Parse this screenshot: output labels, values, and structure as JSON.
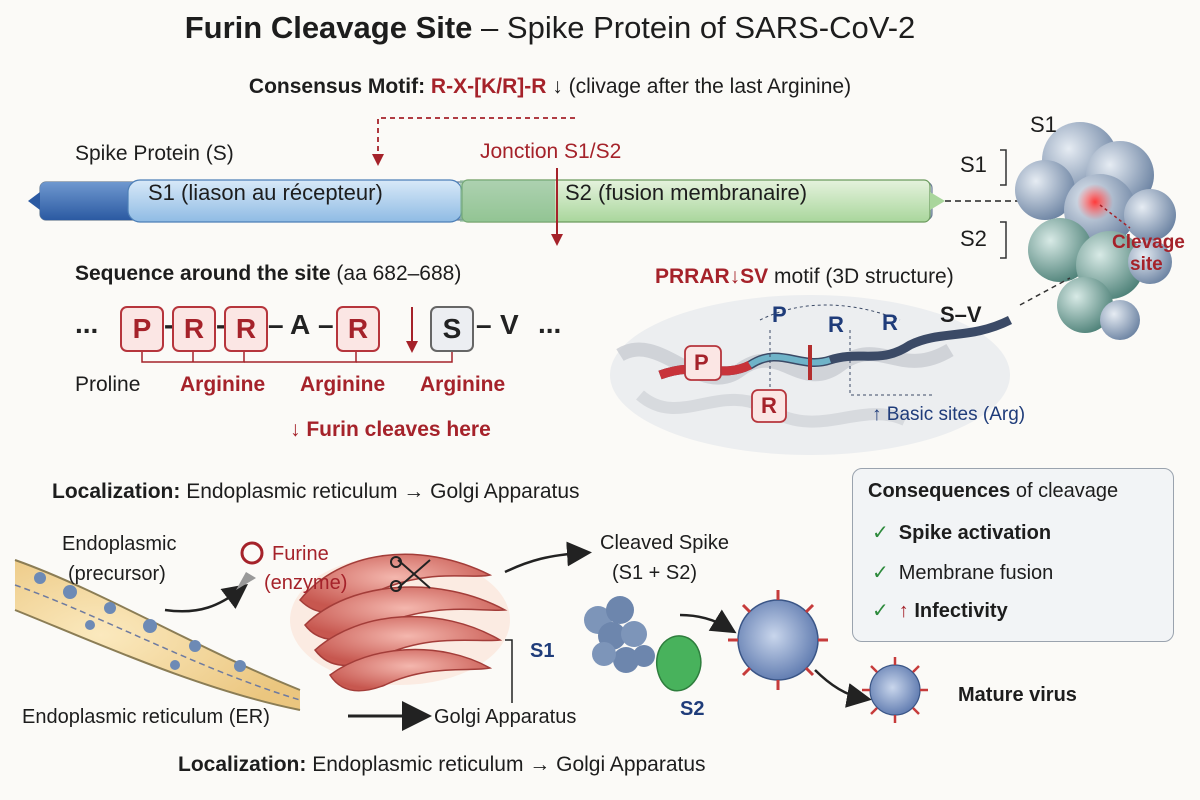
{
  "title": {
    "main": "Furin Cleavage Site",
    "sep": " – ",
    "sub": "Spike Protein of SARS-CoV-2"
  },
  "motif": {
    "label": "Consensus Motif:",
    "sequence": "R-X-[K/R]-R",
    "arrow": "↓",
    "note": "(clivage after the last Arginine)"
  },
  "spike": {
    "label": "Spike Protein (S)",
    "junction": "Jonction S1/S2",
    "s1": "S1 (liason au récepteur)",
    "s2": "S2 (fusion membranaire)"
  },
  "sequence_section": {
    "title_bold": "Sequence around the site",
    "title_range": "(aa 682–688)",
    "ellipsis_left": "...",
    "ellipsis_right": "...",
    "residues": [
      "P",
      "R",
      "R",
      "A",
      "R",
      "S",
      "V"
    ],
    "dashes": [
      "-",
      "-",
      "–",
      "–",
      "–"
    ],
    "cut_arrow": "↓",
    "names": [
      "Proline",
      "Arginine",
      "Arginine",
      "Arginine"
    ],
    "cleave_note": "↓ Furin cleaves here"
  },
  "structure": {
    "motif_bold": "PRRAR↓SV",
    "motif_rest": "motif (3D structure)",
    "residue_labels": [
      "P",
      "R",
      "R",
      "P",
      "R"
    ],
    "sv_label": "S–V",
    "basic_sites": "↑ Basic sites (Arg)",
    "trimer_labels": [
      "S1",
      "S1",
      "S2"
    ],
    "cleavage_site": [
      "Clevage",
      "site"
    ]
  },
  "localization": {
    "top_bold": "Localization:",
    "top_text": "Endoplasmic reticulum → Golgi Apparatus",
    "bottom_bold": "Localization:",
    "bottom_text": "Endoplasmic reticulum → Golgi Apparatus"
  },
  "pathway": {
    "endoplasmic_1": "Endoplasmic",
    "endoplasmic_2": "(precursor)",
    "furine_1": "Furine",
    "furine_2": "(enzyme)",
    "cleaved_1": "Cleaved Spike",
    "cleaved_2": "(S1 + S2)",
    "s1": "S1",
    "s2": "S2",
    "mature": "Mature virus",
    "er": "Endoplasmic reticulum (ER)",
    "golgi": "Golgi Apparatus"
  },
  "consequences": {
    "title_bold": "Consequences",
    "title_rest": "of cleavage",
    "check": "✓",
    "up_arrow": "↑",
    "items": [
      "Spike activation",
      "Membrane fusion",
      "Infectivity"
    ]
  },
  "colors": {
    "accent_red": "#a5222a",
    "navy": "#1f3c7a",
    "s1_blue": "#9ec6ea",
    "s2_green": "#bfe0b4"
  }
}
